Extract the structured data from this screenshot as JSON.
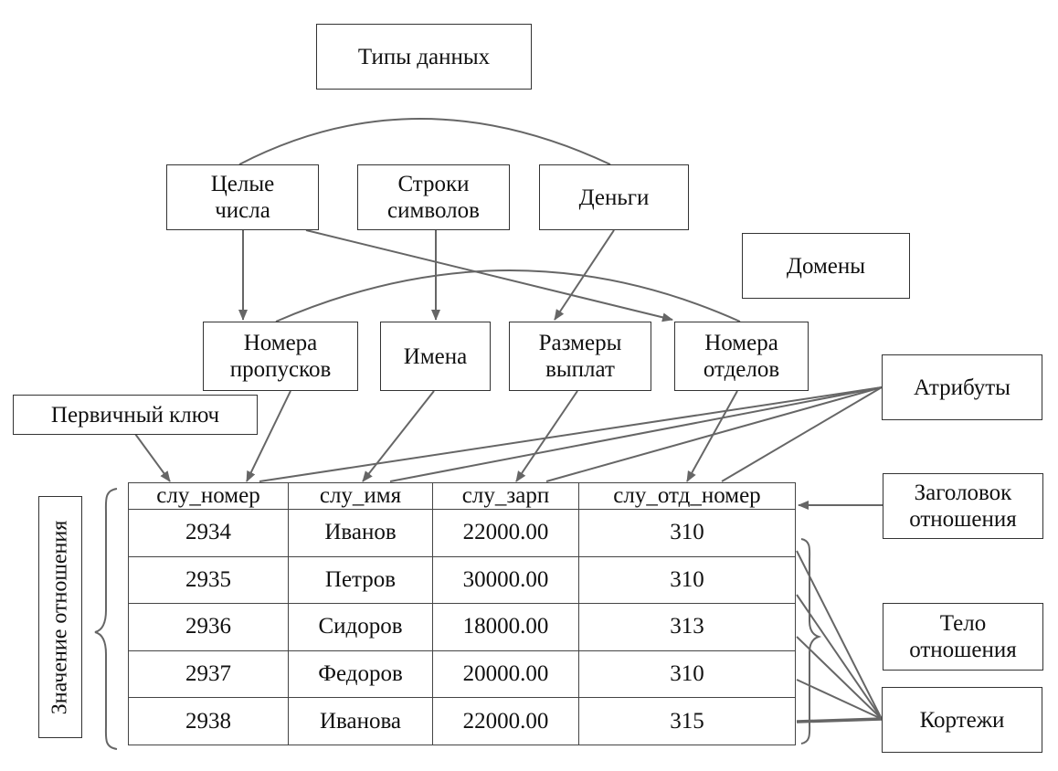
{
  "labels": {
    "data_types": "Типы данных",
    "domains": "Домены",
    "attributes": "Атрибуты",
    "primary_key": "Первичный ключ",
    "relation_header": "Заголовок\nотношения",
    "relation_body": "Тело\nотношения",
    "tuples": "Кортежи",
    "relation_value": "Значение отношения"
  },
  "types": [
    {
      "name": "Целые\nчисла"
    },
    {
      "name": "Строки\nсимволов"
    },
    {
      "name": "Деньги"
    }
  ],
  "domain_items": [
    {
      "name": "Номера\nпропусков"
    },
    {
      "name": "Имена"
    },
    {
      "name": "Размеры\nвыплат"
    },
    {
      "name": "Номера\nотделов"
    }
  ],
  "table": {
    "columns": [
      "слу_номер",
      "слу_имя",
      "слу_зарп",
      "слу_отд_номер"
    ],
    "rows": [
      [
        "2934",
        "Иванов",
        "22000.00",
        "310"
      ],
      [
        "2935",
        "Петров",
        "30000.00",
        "310"
      ],
      [
        "2936",
        "Сидоров",
        "18000.00",
        "313"
      ],
      [
        "2937",
        "Федоров",
        "20000.00",
        "310"
      ],
      [
        "2938",
        "Иванова",
        "22000.00",
        "315"
      ]
    ]
  },
  "colors": {
    "line": "#666666",
    "border": "#333333"
  }
}
